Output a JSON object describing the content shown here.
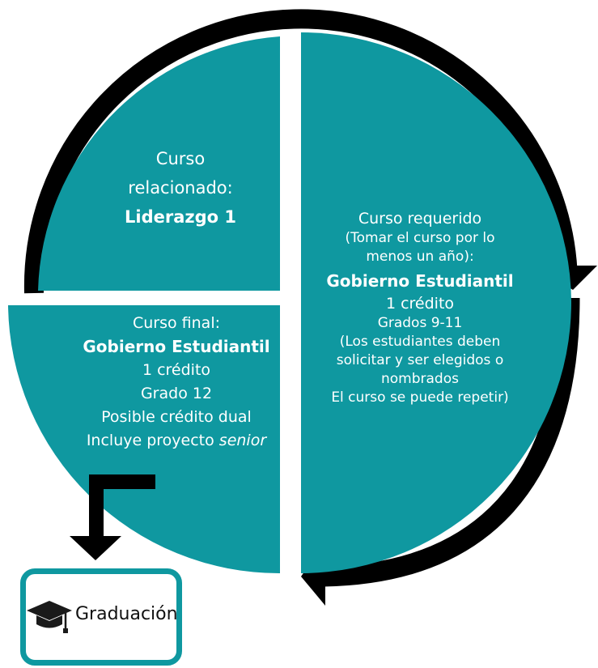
{
  "colors": {
    "teal": "#0f98a0",
    "arrow": "#000000",
    "text": "#ffffff"
  },
  "top_left": {
    "line1": "Curso",
    "line2": "relacionado:",
    "course": "Liderazgo 1"
  },
  "right": {
    "line1": "Curso requerido",
    "line2": "(Tomar el curso por lo",
    "line3": "menos un año):",
    "course": "Gobierno Estudiantil",
    "credit": "1 crédito",
    "grades": "Grados 9-11",
    "note1": "(Los estudiantes deben",
    "note2": "solicitar y ser elegidos o",
    "note3": "nombrados",
    "note4": "El curso se puede repetir)"
  },
  "bottom_left": {
    "line1": "Curso final:",
    "course": "Gobierno Estudiantil",
    "credit": "1 crédito",
    "grade": "Grado 12",
    "dual": "Posible crédito dual",
    "project_prefix": "Incluye proyecto ",
    "project_italic": "senior"
  },
  "graduation": {
    "label": "Graduación",
    "icon": "graduation-cap-icon"
  }
}
